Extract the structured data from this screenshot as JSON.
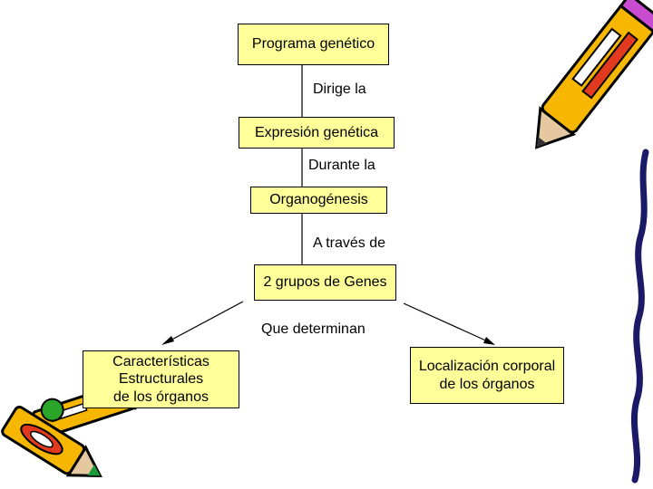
{
  "nodes": {
    "programa": "Programa genético",
    "expresion": "Expresión genética",
    "organogenesis": "Organogénesis",
    "grupos": "2 grupos de Genes",
    "caracteristicas": [
      "Características",
      "Estructurales",
      "de los órganos"
    ],
    "localizacion": [
      "Localización corporal",
      "de los órganos"
    ]
  },
  "edges": {
    "dirige": "Dirige la",
    "durante": "Durante la",
    "atraves": "A través de",
    "determinan": "Que determinan"
  },
  "colors": {
    "box_fill": "#ffff99",
    "border": "#000000"
  },
  "decorations": [
    "pencil-icon",
    "pencil-icon",
    "crayon-icon",
    "wavy-border"
  ]
}
